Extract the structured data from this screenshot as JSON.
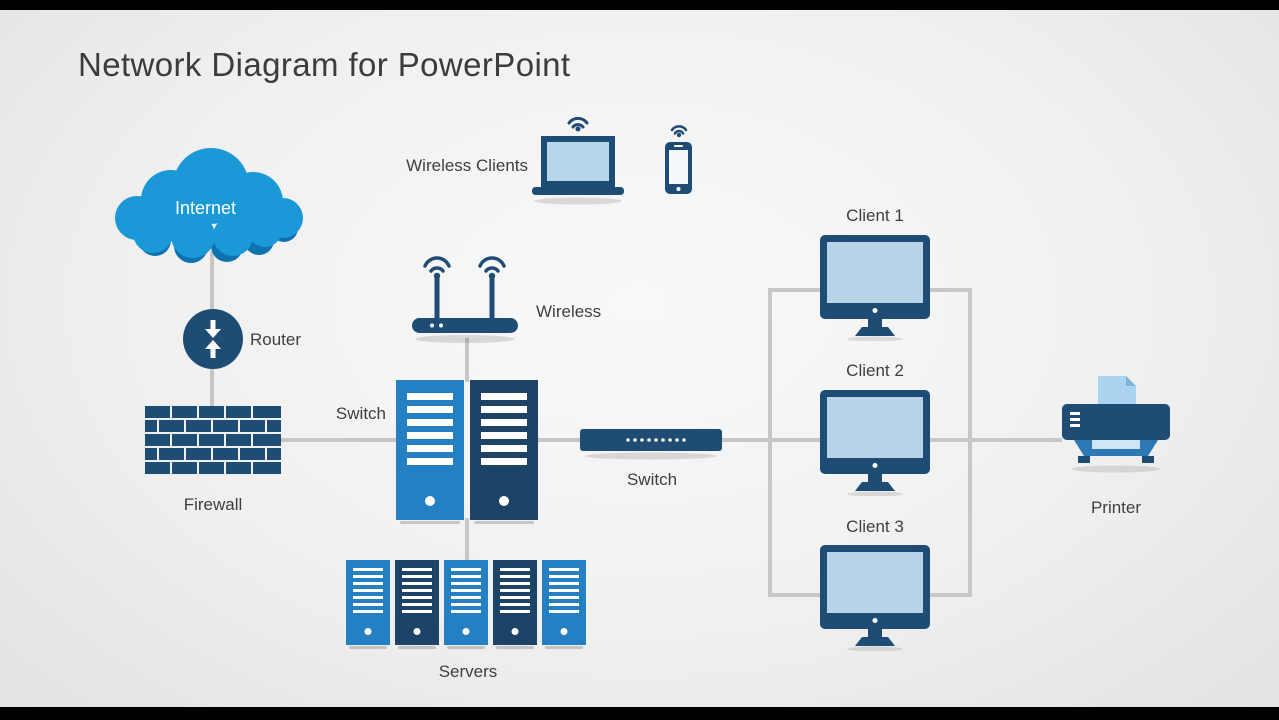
{
  "title": "Network Diagram for PowerPoint",
  "nodes": {
    "internet": {
      "label": "Internet"
    },
    "router": {
      "label": "Router"
    },
    "firewall": {
      "label": "Firewall"
    },
    "core_switch": {
      "label": "Switch"
    },
    "wireless": {
      "label": "Wireless"
    },
    "wireless_clients": {
      "label": "Wireless Clients"
    },
    "access_switch": {
      "label": "Switch"
    },
    "servers": {
      "label": "Servers"
    },
    "client1": {
      "label": "Client 1"
    },
    "client2": {
      "label": "Client 2"
    },
    "client3": {
      "label": "Client 3"
    },
    "printer": {
      "label": "Printer"
    }
  },
  "edges": [
    {
      "from": "internet",
      "to": "router"
    },
    {
      "from": "router",
      "to": "firewall"
    },
    {
      "from": "firewall",
      "to": "core_switch"
    },
    {
      "from": "core_switch",
      "to": "wireless"
    },
    {
      "from": "wireless",
      "to": "wireless_clients"
    },
    {
      "from": "core_switch",
      "to": "access_switch"
    },
    {
      "from": "core_switch",
      "to": "servers"
    },
    {
      "from": "access_switch",
      "to": "client1"
    },
    {
      "from": "access_switch",
      "to": "client2"
    },
    {
      "from": "access_switch",
      "to": "client3"
    },
    {
      "from": "access_switch",
      "to": "printer"
    }
  ],
  "colors": {
    "dark_blue": "#1e4c74",
    "medium_blue": "#2580c3",
    "light_screen_blue": "#b7d3e8",
    "cloud_blue": "#1b98d8",
    "cloud_shadow_blue": "#0e72b0",
    "connector_gray": "#c7c7c7",
    "text_gray": "#3f3f3f",
    "letterbox_black": "#000000"
  }
}
